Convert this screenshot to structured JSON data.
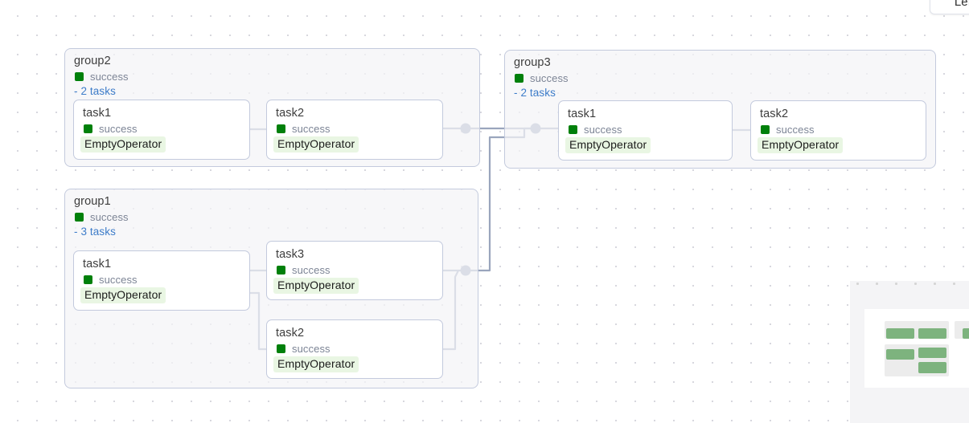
{
  "app": {
    "view": "dag-graph",
    "direction_button_label": "Left -> Right",
    "direction_button_visible_text": "Left -"
  },
  "colors": {
    "success": "#00800b",
    "operator_badge_bg": "#e9f6e3",
    "edge": "#9aa5bd",
    "group_border": "#c3cadd",
    "group_fill": "#f4f4f6",
    "link_blue": "#3d7cc9",
    "state_text": "#7c8495",
    "minimap_node": "#7db37e"
  },
  "groups": [
    {
      "id": "group2",
      "title": "group2",
      "state": "success",
      "task_count_label": "- 2 tasks",
      "tasks": [
        {
          "id": "group2.task1",
          "title": "task1",
          "state": "success",
          "operator": "EmptyOperator"
        },
        {
          "id": "group2.task2",
          "title": "task2",
          "state": "success",
          "operator": "EmptyOperator"
        }
      ]
    },
    {
      "id": "group3",
      "title": "group3",
      "state": "success",
      "task_count_label": "- 2 tasks",
      "tasks": [
        {
          "id": "group3.task1",
          "title": "task1",
          "state": "success",
          "operator": "EmptyOperator"
        },
        {
          "id": "group3.task2",
          "title": "task2",
          "state": "success",
          "operator": "EmptyOperator"
        }
      ]
    },
    {
      "id": "group1",
      "title": "group1",
      "state": "success",
      "task_count_label": "- 3 tasks",
      "tasks": [
        {
          "id": "group1.task1",
          "title": "task1",
          "state": "success",
          "operator": "EmptyOperator"
        },
        {
          "id": "group1.task3",
          "title": "task3",
          "state": "success",
          "operator": "EmptyOperator"
        },
        {
          "id": "group1.task2",
          "title": "task2",
          "state": "success",
          "operator": "EmptyOperator"
        }
      ]
    }
  ],
  "minimap": {
    "present": true,
    "node_count": 5
  }
}
